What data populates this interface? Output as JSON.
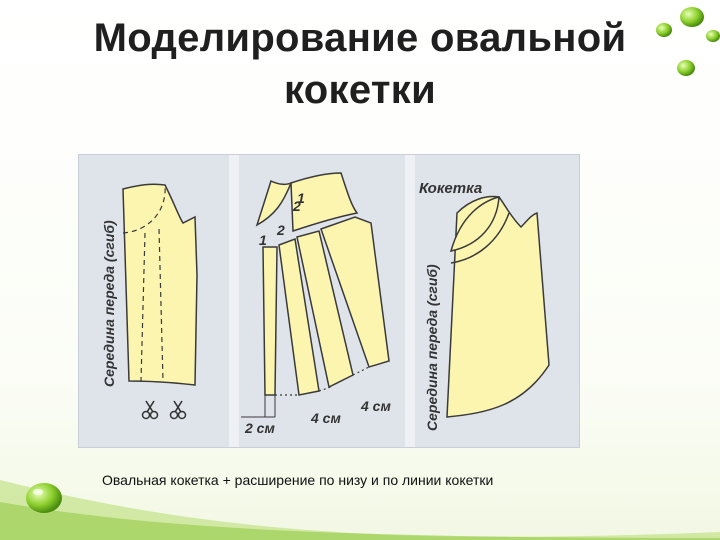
{
  "slide": {
    "title_line1": "Моделирование овальной",
    "title_line2": "кокетки",
    "caption": "Овальная кокетка + расширение по низу и по линии кокетки"
  },
  "figure": {
    "panel1": {
      "vertical_label": "Середина переда (сгиб)"
    },
    "panel2": {
      "cut_labels": [
        "1",
        "2",
        "2",
        "1"
      ],
      "dim_labels": [
        "2 см",
        "4 см",
        "4 см"
      ]
    },
    "panel3": {
      "heading": "Кокетка",
      "vertical_label": "Середина переда (сгиб)"
    }
  },
  "colors": {
    "pattern_fill": "#fbf5b0",
    "outline": "#3a3a3a",
    "panel_bg": "#dfe3ea"
  },
  "icons": [
    "scissors-icon",
    "scissors-icon",
    "green-droplet-icon"
  ]
}
